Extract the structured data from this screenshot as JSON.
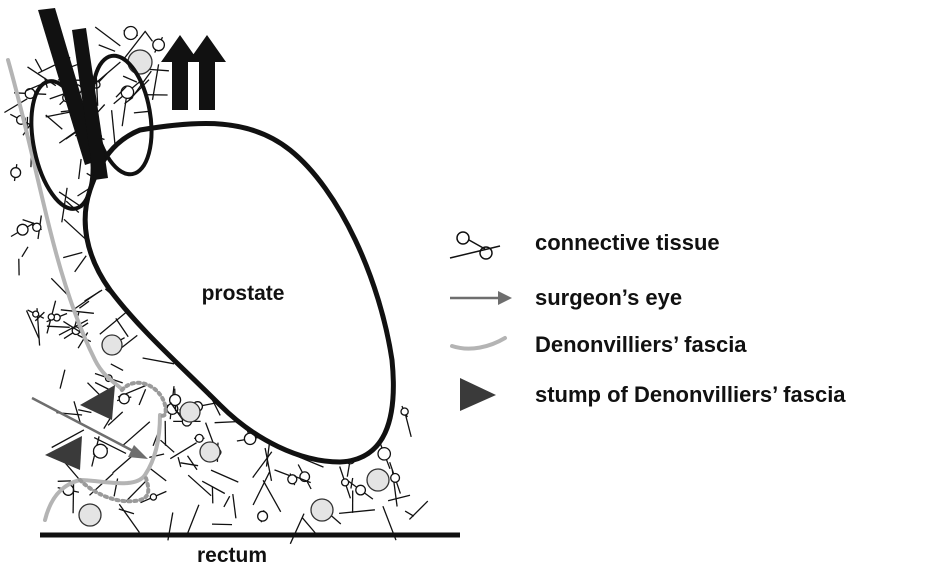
{
  "diagram": {
    "prostate_label": "prostate",
    "rectum_label": "rectum"
  },
  "legend": {
    "items": [
      {
        "label": "connective tissue",
        "icon": "connective-tissue-icon"
      },
      {
        "label": "surgeon’s eye",
        "icon": "arrow-icon"
      },
      {
        "label": "Denonvilliers’ fascia",
        "icon": "curved-line-icon"
      },
      {
        "label": "stump of Denonvilliers’ fascia",
        "icon": "triangle-icon"
      }
    ]
  },
  "colors": {
    "outline": "#111111",
    "fascia": "#b4b4b4",
    "arrow": "#6e6e6e",
    "stump": "#3a3a3a"
  }
}
